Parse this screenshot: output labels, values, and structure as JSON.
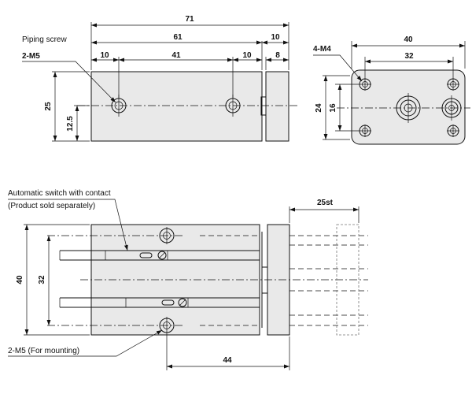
{
  "labels": {
    "piping_screw": "Piping screw",
    "piping_screw_spec": "2-M5",
    "top_mount_thread": "4-M4",
    "auto_switch": "Automatic switch with contact",
    "sold_separately": "(Product sold separately)",
    "mount_hole": "2-M5 (For mounting)"
  },
  "dimensions": {
    "overall_length": "71",
    "body_length": "61",
    "plate_length": "10",
    "port_offset_left": "10",
    "port_pitch": "41",
    "port_offset_right": "10",
    "plate_thickness": "8",
    "body_height": "25",
    "center_height": "12.5",
    "end_width": "40",
    "end_hole_pitch_h": "32",
    "end_height": "24",
    "end_hole_pitch_v": "16",
    "stroke": "25st",
    "side_width": "40",
    "side_hole_pitch": "32",
    "mount_hole_pitch": "44"
  },
  "colors": {
    "line": "#111111",
    "body_fill": "#e9e9e9",
    "phantom": "#777777"
  }
}
